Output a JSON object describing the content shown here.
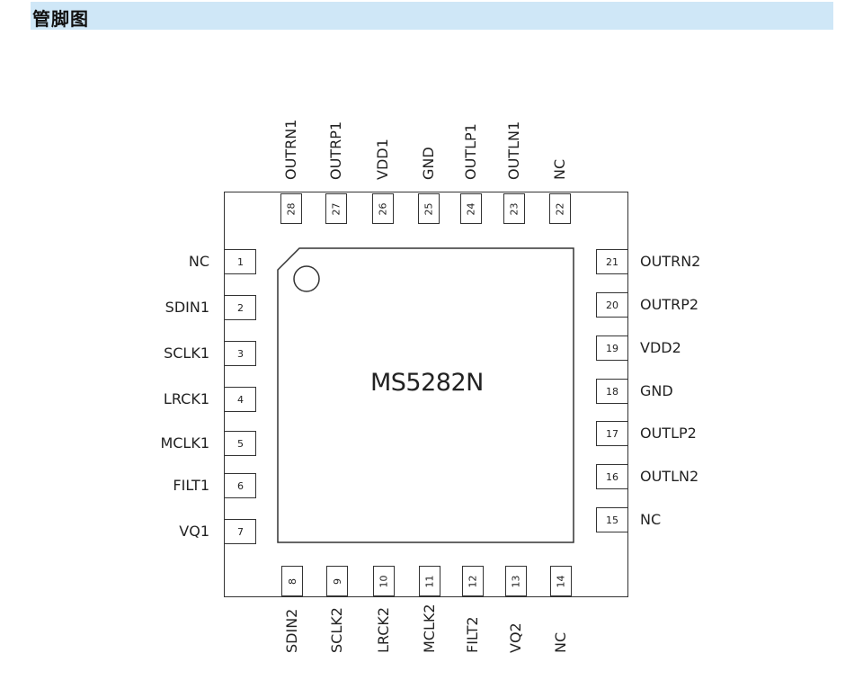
{
  "header": {
    "title": "管脚图"
  },
  "chip": {
    "name": "MS5282N"
  },
  "pins": {
    "left": [
      {
        "num": "1",
        "name": "NC"
      },
      {
        "num": "2",
        "name": "SDIN1"
      },
      {
        "num": "3",
        "name": "SCLK1"
      },
      {
        "num": "4",
        "name": "LRCK1"
      },
      {
        "num": "5",
        "name": "MCLK1"
      },
      {
        "num": "6",
        "name": "FILT1"
      },
      {
        "num": "7",
        "name": "VQ1"
      }
    ],
    "bottom": [
      {
        "num": "8",
        "name": "SDIN2"
      },
      {
        "num": "9",
        "name": "SCLK2"
      },
      {
        "num": "10",
        "name": "LRCK2"
      },
      {
        "num": "11",
        "name": "MCLK2"
      },
      {
        "num": "12",
        "name": "FILT2"
      },
      {
        "num": "13",
        "name": "VQ2"
      },
      {
        "num": "14",
        "name": "NC"
      }
    ],
    "right": [
      {
        "num": "15",
        "name": "NC"
      },
      {
        "num": "16",
        "name": "OUTLN2"
      },
      {
        "num": "17",
        "name": "OUTLP2"
      },
      {
        "num": "18",
        "name": "GND"
      },
      {
        "num": "19",
        "name": "VDD2"
      },
      {
        "num": "20",
        "name": "OUTRP2"
      },
      {
        "num": "21",
        "name": "OUTRN2"
      }
    ],
    "top": [
      {
        "num": "22",
        "name": "NC"
      },
      {
        "num": "23",
        "name": "OUTLN1"
      },
      {
        "num": "24",
        "name": "OUTLP1"
      },
      {
        "num": "25",
        "name": "GND"
      },
      {
        "num": "26",
        "name": "VDD1"
      },
      {
        "num": "27",
        "name": "OUTRP1"
      },
      {
        "num": "28",
        "name": "OUTRN1"
      }
    ]
  }
}
